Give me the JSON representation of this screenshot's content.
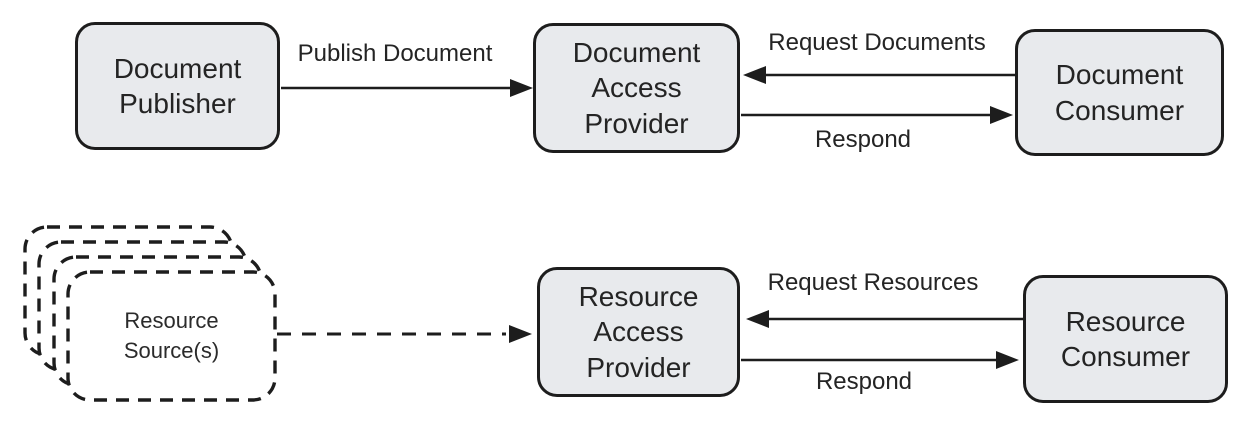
{
  "colors": {
    "box_fill": "#e8eaed",
    "stroke": "#1d1d1d",
    "bg": "#ffffff"
  },
  "boxes": {
    "document_publisher": {
      "label": "Document\nPublisher"
    },
    "document_access_provider": {
      "label": "Document\nAccess\nProvider"
    },
    "document_consumer": {
      "label": "Document\nConsumer"
    },
    "resource_sources": {
      "label": "Resource\nSource(s)"
    },
    "resource_access_provider": {
      "label": "Resource\nAccess\nProvider"
    },
    "resource_consumer": {
      "label": "Resource\nConsumer"
    }
  },
  "arrows": {
    "publish_document": {
      "label": "Publish Document",
      "from": "Document Publisher",
      "to": "Document Access Provider",
      "style": "solid"
    },
    "request_documents": {
      "label": "Request Documents",
      "from": "Document Consumer",
      "to": "Document Access Provider",
      "style": "solid"
    },
    "respond_documents": {
      "label": "Respond",
      "from": "Document Access Provider",
      "to": "Document Consumer",
      "style": "solid"
    },
    "resource_feed": {
      "label": "",
      "from": "Resource Source(s)",
      "to": "Resource Access Provider",
      "style": "dashed"
    },
    "request_resources": {
      "label": "Request Resources",
      "from": "Resource Consumer",
      "to": "Resource Access Provider",
      "style": "solid"
    },
    "respond_resources": {
      "label": "Respond",
      "from": "Resource Access Provider",
      "to": "Resource Consumer",
      "style": "solid"
    }
  }
}
